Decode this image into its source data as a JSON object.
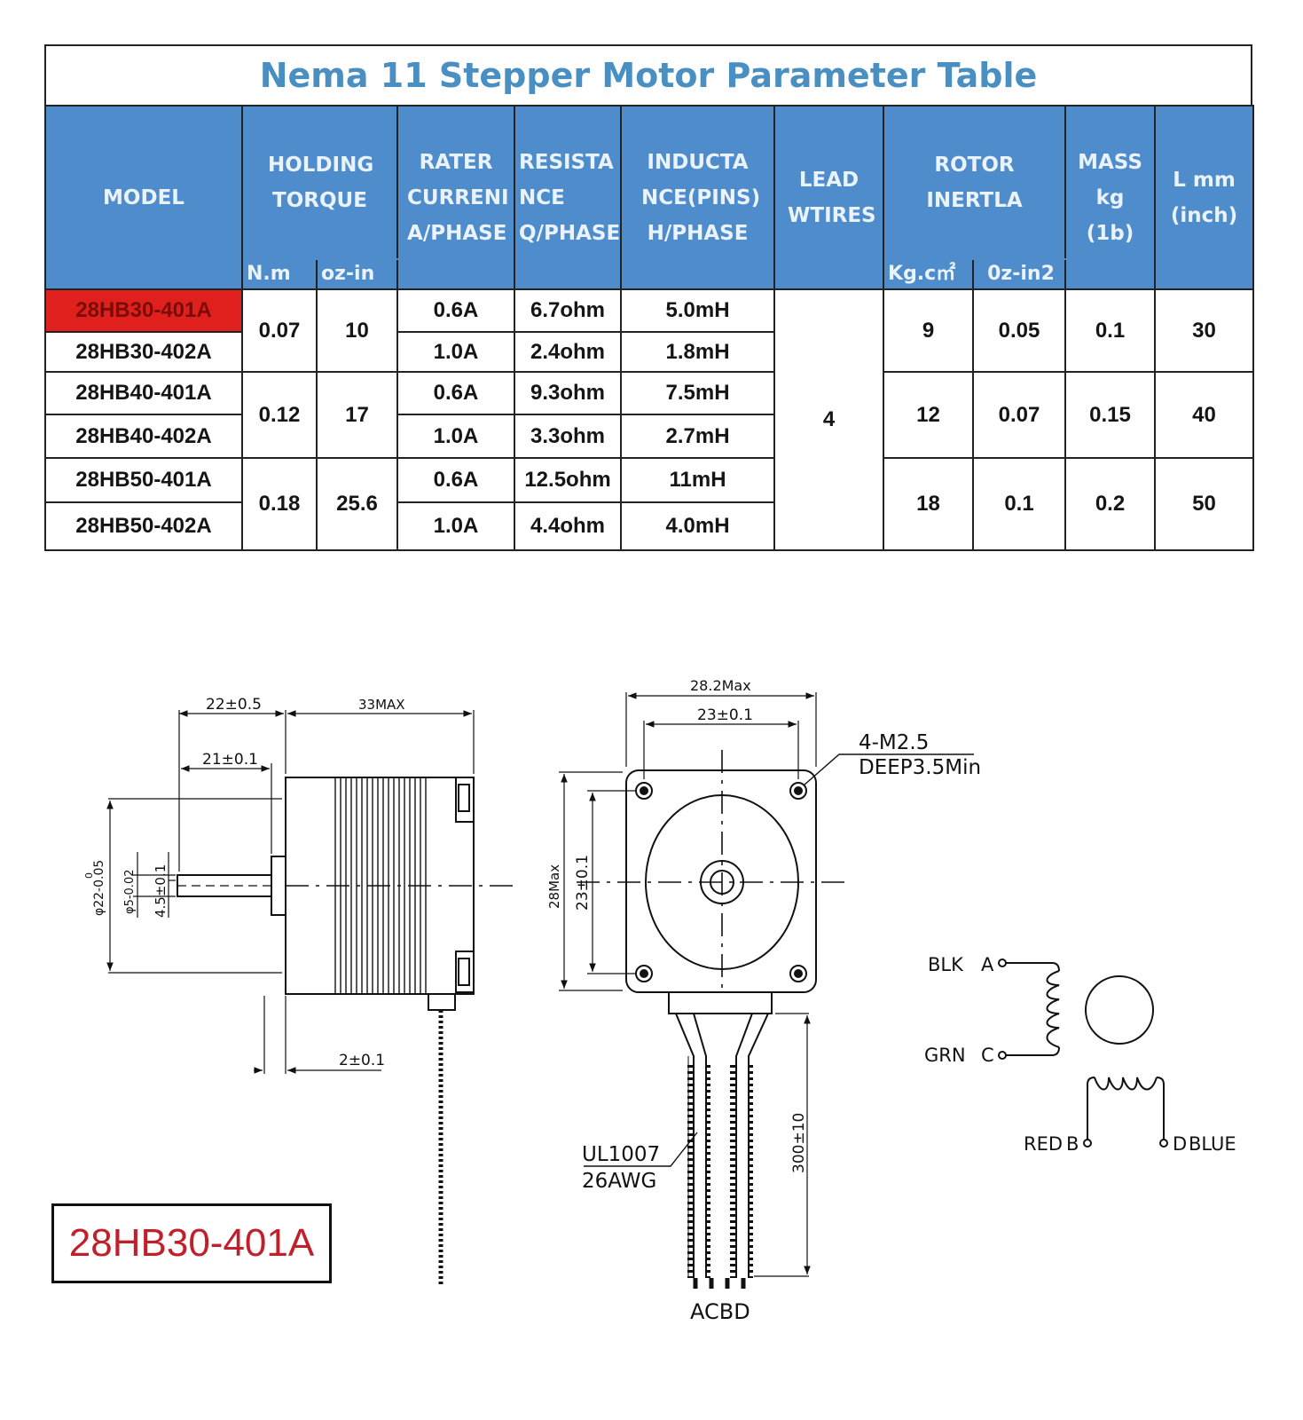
{
  "table": {
    "title": "Nema 11 Stepper Motor Parameter Table",
    "headers": {
      "model": "MODEL",
      "holding_torque": "HOLDING TORQUE",
      "rated_current": "RATER CURRENI A/PHASE",
      "resistance": "RESISTA NCE Q/PHASE",
      "inductance": "INDUCTA NCE(PINS) H/PHASE",
      "lead_wires": "LEAD WTIRES",
      "rotor_inertia": "ROTOR INERTLA",
      "mass": "MASS kg (1b)",
      "length": "L mm (inch)"
    },
    "units": {
      "torque_nm": "N.m",
      "torque_ozin": "oz-in",
      "inertia_kgcm": "Kg.c㎡",
      "inertia_ozin2": "0z-in2"
    },
    "rows": [
      {
        "model": "28HB30-401A",
        "current": "0.6A",
        "resistance": "6.7ohm",
        "inductance": "5.0mH"
      },
      {
        "model": "28HB30-402A",
        "current": "1.0A",
        "resistance": "2.4ohm",
        "inductance": "1.8mH"
      },
      {
        "model": "28HB40-401A",
        "current": "0.6A",
        "resistance": "9.3ohm",
        "inductance": "7.5mH"
      },
      {
        "model": "28HB40-402A",
        "current": "1.0A",
        "resistance": "3.3ohm",
        "inductance": "2.7mH"
      },
      {
        "model": "28HB50-401A",
        "current": "0.6A",
        "resistance": "12.5ohm",
        "inductance": "11mH"
      },
      {
        "model": "28HB50-402A",
        "current": "1.0A",
        "resistance": "4.4ohm",
        "inductance": "4.0mH"
      }
    ],
    "groups": [
      {
        "torque_nm": "0.07",
        "torque_ozin": "10",
        "inertia_kgcm": "9",
        "inertia_ozin2": "0.05",
        "mass": "0.1",
        "length": "30"
      },
      {
        "torque_nm": "0.12",
        "torque_ozin": "17",
        "inertia_kgcm": "12",
        "inertia_ozin2": "0.07",
        "mass": "0.15",
        "length": "40"
      },
      {
        "torque_nm": "0.18",
        "torque_ozin": "25.6",
        "inertia_kgcm": "18",
        "inertia_ozin2": "0.1",
        "mass": "0.2",
        "length": "50"
      }
    ],
    "lead_wires": "4",
    "highlight_color": "#e0201c",
    "header_color": "#4e8ccc",
    "title_color": "#4a8fc2"
  },
  "side_view": {
    "dim_22": "22±0.5",
    "dim_33": "33MAX",
    "dim_21": "21±0.1",
    "dim_2": "2±0.1",
    "dim_phi22": "φ22-0.05",
    "dim_phi22_zero": "0",
    "dim_phi5": "φ5-0.02",
    "dim_4_5": "4.5±0.1"
  },
  "front_view": {
    "dim_28_2": "28.2Max",
    "dim_23_h": "23±0.1",
    "dim_28": "28Max",
    "dim_23_v": "23±0.1",
    "hole_spec_1": "4-M2.5",
    "hole_spec_2": "DEEP3.5Min",
    "cable_type": "UL1007",
    "cable_gauge": "26AWG",
    "cable_length": "300±10",
    "wire_order": "ACBD"
  },
  "wiring": {
    "blk": "BLK",
    "grn": "GRN",
    "red": "RED",
    "blue": "BLUE",
    "pin_a": "A",
    "pin_c": "C",
    "pin_b": "B",
    "pin_d": "D"
  },
  "model_badge": "28HB30-401A"
}
